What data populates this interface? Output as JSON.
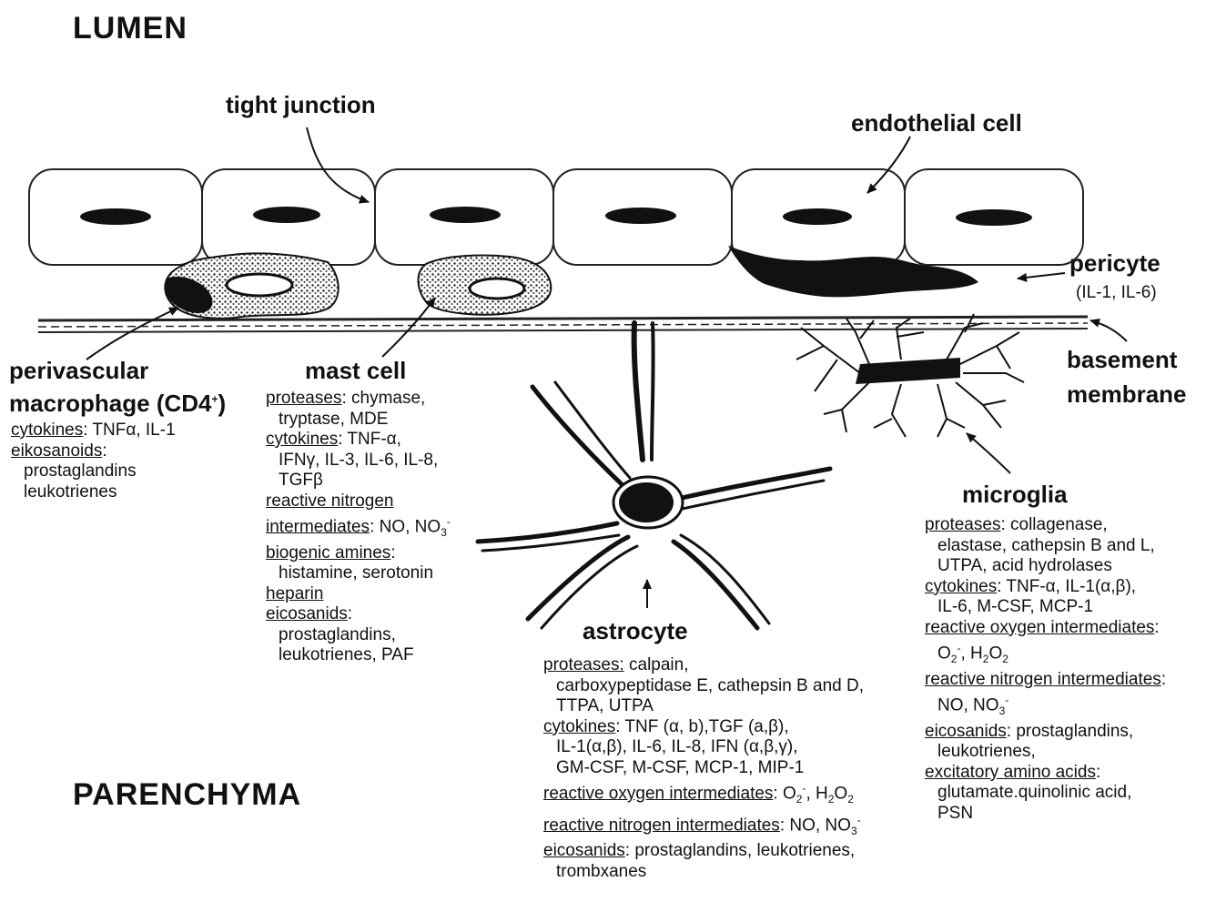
{
  "regions": {
    "lumen": "LUMEN",
    "parenchyma": "PARENCHYMA"
  },
  "callouts": {
    "tight_junction": "tight junction",
    "endothelial_cell": "endothelial cell",
    "pericyte": "pericyte",
    "pericyte_cytokines": "(IL-1, IL-6)",
    "basement_line1": "basement",
    "basement_line2": "membrane"
  },
  "macrophage": {
    "title1": "perivascular",
    "title2": "macrophage (CD4",
    "title2_sup": "+",
    "title2_end": ")",
    "cytokines_label": "cytokines",
    "cytokines": ": TNFα, IL-1",
    "eikosanoids_label": "eikosanoids",
    "eikosanoids_colon": ":",
    "eik1": "prostaglandins",
    "eik2": "leukotrienes"
  },
  "mast": {
    "title": "mast cell",
    "proteases_label": "proteases",
    "proteases": ": chymase,",
    "proteases2": "tryptase, MDE",
    "cytokines_label": "cytokines",
    "cytokines": ": TNF-α,",
    "cytokines2": "IFNγ, IL-3, IL-6, IL-8,",
    "cytokines3": "TGFβ",
    "rni1": "reactive nitrogen",
    "rni2_label": "intermediates",
    "rni2": ": NO, NO",
    "rni2_sub": "3",
    "rni2_sup": "-",
    "amines_label": "biogenic amines",
    "amines_colon": ":",
    "amines": "histamine, serotonin",
    "heparin": "heparin",
    "eico_label": "eicosanids",
    "eico_colon": ":",
    "eico1": "prostaglandins,",
    "eico2": "leukotrienes, PAF"
  },
  "astro": {
    "title": "astrocyte",
    "proteases_label": "proteases:",
    "proteases": "  calpain,",
    "proteases2": "carboxypeptidase E, cathepsin B and D,",
    "proteases3": "TTPA, UTPA",
    "cytokines_label": "cytokines",
    "cytokines": ": TNF (α, b),TGF (a,β),",
    "cytokines2": "IL-1(α,β),  IL-6, IL-8, IFN (α,β,γ),",
    "cytokines3": "GM-CSF, M-CSF, MCP-1, MIP-1",
    "roi_label": "reactive oxygen intermediates",
    "roi": ": O",
    "roi_sub": "2",
    "roi_sup": "-",
    "roi_end": ", H",
    "roi_sub2": "2",
    "roi_o": "O",
    "roi_sub3": "2",
    "rni_label": "reactive nitrogen intermediates",
    "rni": ":  NO, NO",
    "rni_sub": "3",
    "rni_sup": "-",
    "eico_label": "eicosanids",
    "eico": ": prostaglandins,  leukotrienes,",
    "eico2": "trombxanes"
  },
  "micro": {
    "title": "microglia",
    "proteases_label": "proteases",
    "proteases": ": collagenase,",
    "proteases2": "elastase, cathepsin B and L,",
    "proteases3": "UTPA, acid hydrolases",
    "cytokines_label": "cytokines",
    "cytokines": ": TNF-α, IL-1(α,β),",
    "cytokines2": "IL-6,  M-CSF,  MCP-1",
    "roi_label": "reactive oxygen intermediates",
    "roi_colon": ":",
    "roi2": "O",
    "roi2_sub": "2",
    "roi2_sup": "-",
    "roi2_mid": ", H",
    "roi2_sub2": "2",
    "roi2_o": "O",
    "roi2_sub3": "2",
    "rni_label": "reactive nitrogen intermediates",
    "rni_colon": ":",
    "rni2": "NO, NO",
    "rni2_sub": "3",
    "rni2_sup": "-",
    "eico_label": "eicosanids",
    "eico": ": prostaglandins,",
    "eico2": "leukotrienes,",
    "exc_label": "excitatory amino acids",
    "exc_colon": ":",
    "exc2": "glutamate.quinolinic acid,",
    "exc3": "PSN"
  }
}
